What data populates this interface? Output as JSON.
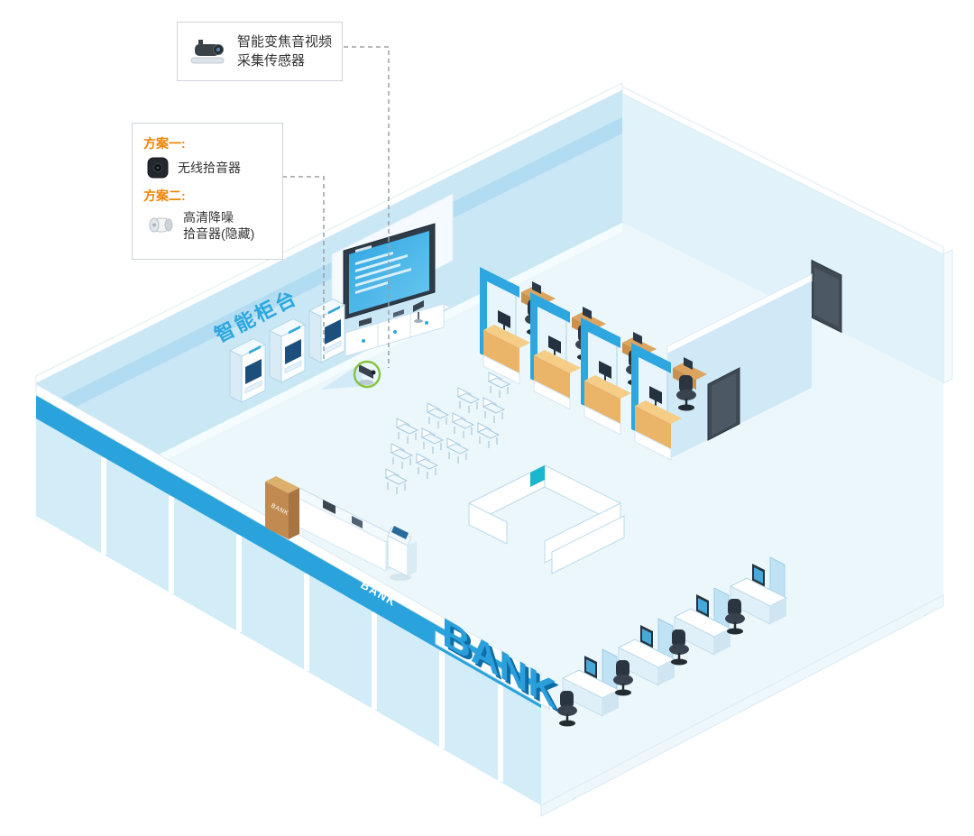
{
  "callout_sensor": {
    "line1": "智能变焦音视频",
    "line2": "采集传感器",
    "icon": "ptz-camera-icon"
  },
  "callout_plans": {
    "plan1_label": "方案一:",
    "plan1_item": "无线拾音器",
    "plan1_icon": "wireless-mic-icon",
    "plan2_label": "方案二:",
    "plan2_item_line1": "高清降噪",
    "plan2_item_line2": "拾音器(隐藏)",
    "plan2_icon": "hidden-mic-icon"
  },
  "scene": {
    "smart_counter_label": "智能柜台",
    "bank_sign_3d": "BANK",
    "bank_facade_label": "BANK",
    "bank_counter_label": "BANK"
  },
  "colors": {
    "accent_blue": "#2aa3dd",
    "label_blue": "#2aa7e0",
    "plan_label_orange": "#f08300",
    "wall_blue": "#c9e7f5",
    "floor_blue": "#ecf7fc",
    "highlight_green": "#86c440",
    "wood": "#e5ad62",
    "door_dark": "#3f4a55"
  }
}
